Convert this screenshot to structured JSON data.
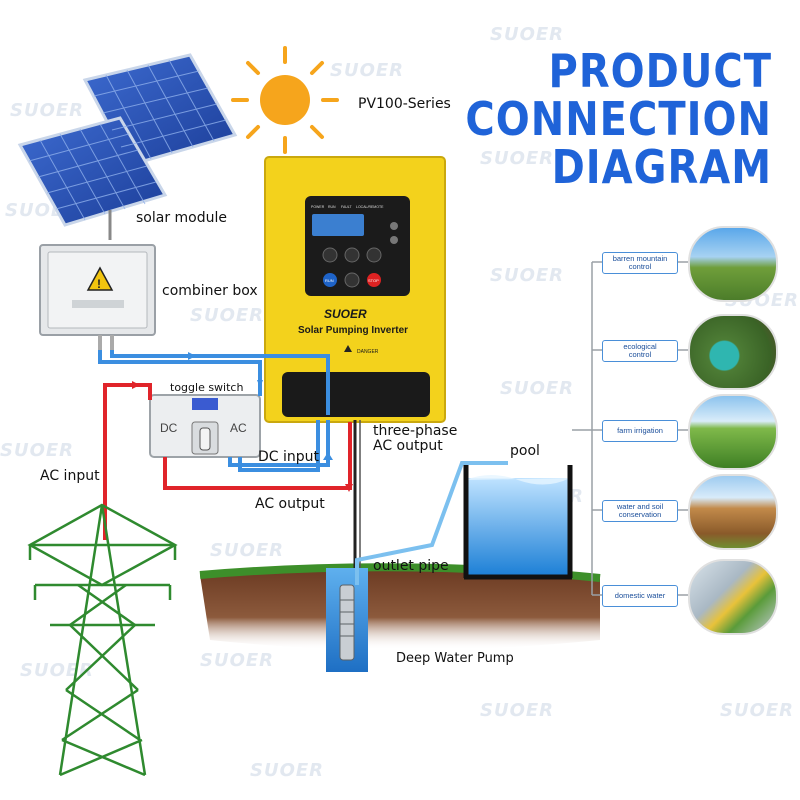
{
  "title": {
    "line1": "PRODUCT",
    "line2": "CONNECTION",
    "line3": "DIAGRAM"
  },
  "watermark": "SUOER",
  "labels": {
    "series": "PV100-Series",
    "solar_module": "solar module",
    "combiner_box": "combiner box",
    "toggle_switch": "toggle switch",
    "dc": "DC",
    "ac": "AC",
    "dc_input": "DC input",
    "ac_output": "AC output",
    "ac_input": "AC input",
    "three_phase_line1": "three-phase",
    "three_phase_line2": "AC output",
    "pool": "pool",
    "outlet_pipe": "outlet pipe",
    "deep_water_pump": "Deep Water Pump"
  },
  "inverter": {
    "brand": "SUOER",
    "model": "Solar Pumping Inverter",
    "danger": "DANGER",
    "panel_labels": [
      "POWER",
      "RUN",
      "FAULT",
      "LOCAL/REMOTE"
    ],
    "run": "RUN",
    "stop": "STOP"
  },
  "applications": [
    {
      "label_lines": [
        "barren mountain",
        "control"
      ]
    },
    {
      "label_lines": [
        "ecological",
        "control"
      ]
    },
    {
      "label_lines": [
        "farm irrigation"
      ]
    },
    {
      "label_lines": [
        "water and soil",
        "conservation"
      ]
    },
    {
      "label_lines": [
        "domestic water"
      ]
    }
  ],
  "colors": {
    "title": "#1f63d8",
    "inverter_body": "#f3d21c",
    "ac_line": "#e0242a",
    "dc_line": "#3b8ee0",
    "tower": "#2f8a2f"
  }
}
